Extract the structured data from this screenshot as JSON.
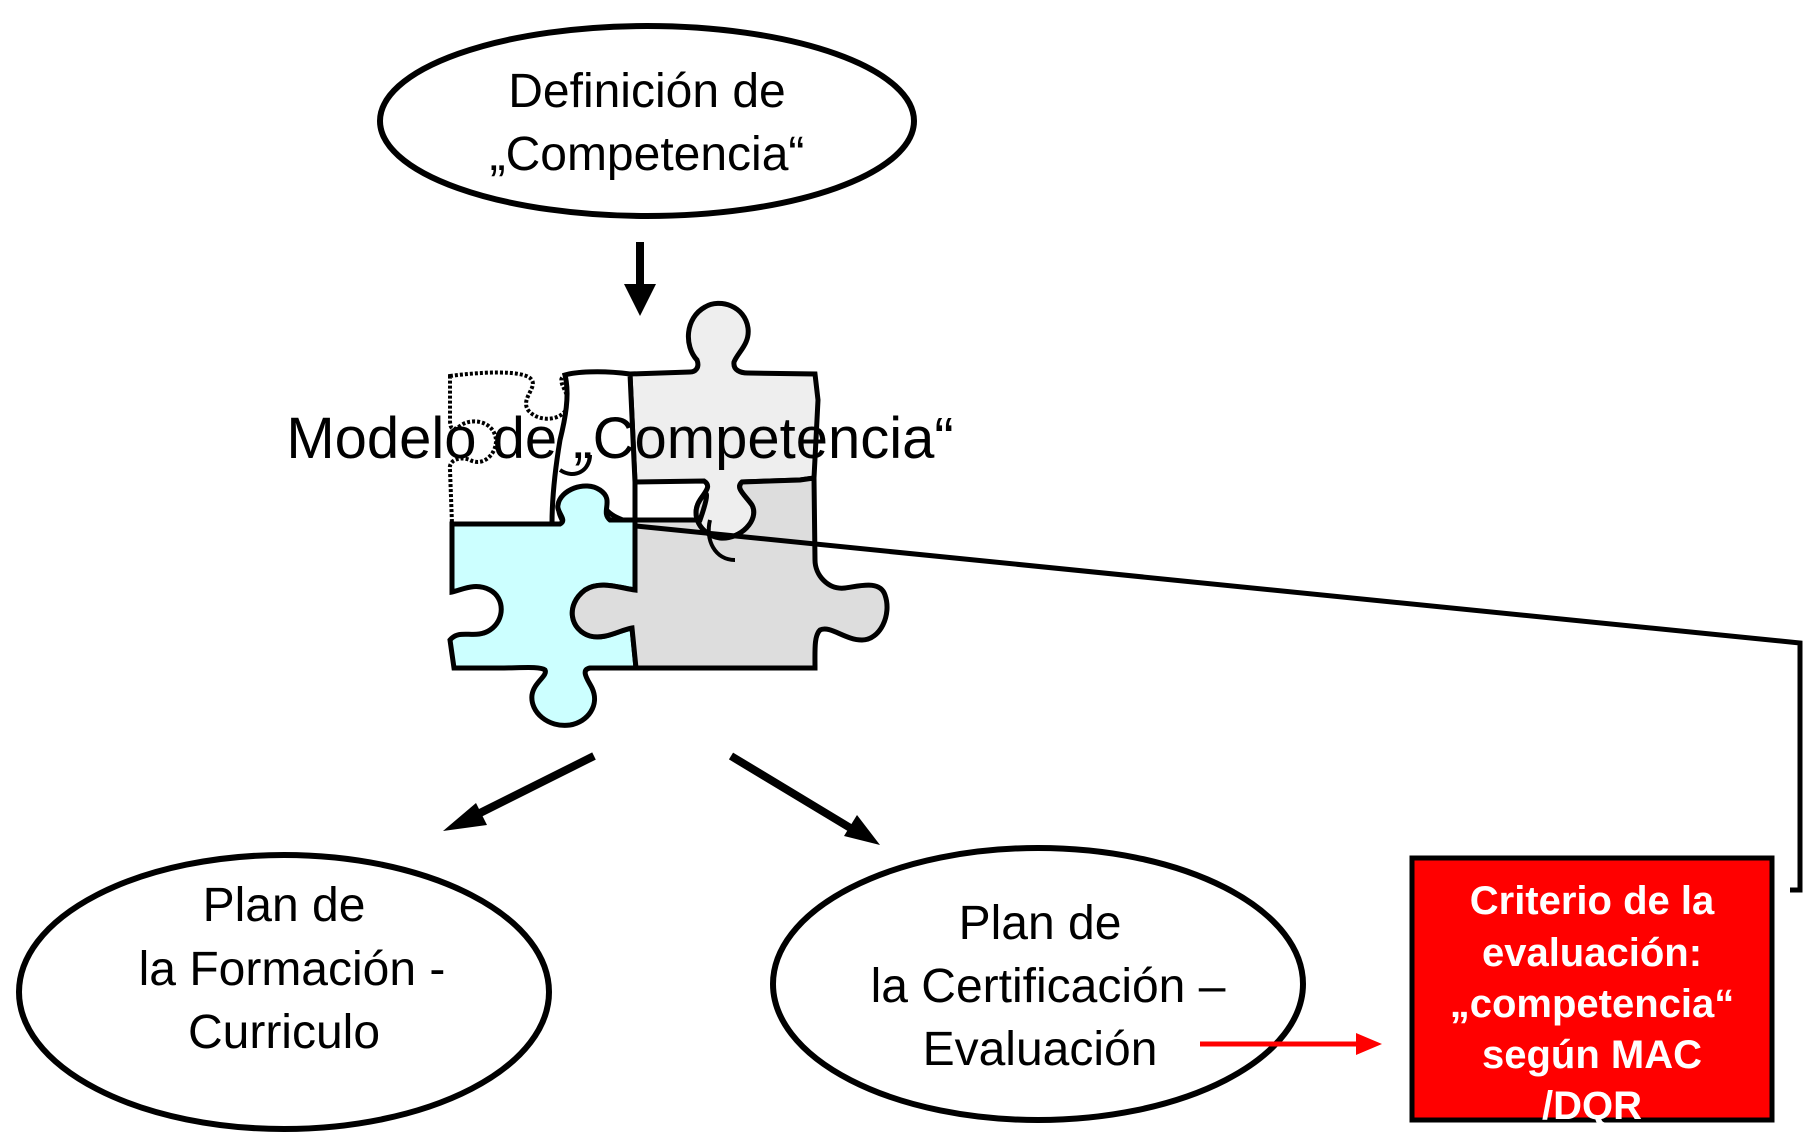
{
  "diagram": {
    "definition_node": {
      "line1": "Definición de",
      "line2": "„Competencia“"
    },
    "model_title": "Modelo de „Competencia“",
    "training_plan_node": {
      "line1": "Plan de",
      "line2": "la Formación -",
      "line3": "Curriculo"
    },
    "certification_plan_node": {
      "line1": "Plan de",
      "line2": "la Certificación –",
      "line3": "Evaluación"
    },
    "criteria_box": {
      "line1": "Criterio de la",
      "line2": "evaluación:",
      "line3": "„competencia“",
      "line4": "según MAC",
      "line5": "/DQR"
    }
  },
  "colors": {
    "criteria_fill": "#ff0000",
    "criteria_text": "#ffffff",
    "connector_red": "#ff0000",
    "puzzle_light_blue": "#ccffff",
    "puzzle_gray": "#dddddd",
    "puzzle_light_gray": "#eeeeee",
    "line": "#000000"
  }
}
